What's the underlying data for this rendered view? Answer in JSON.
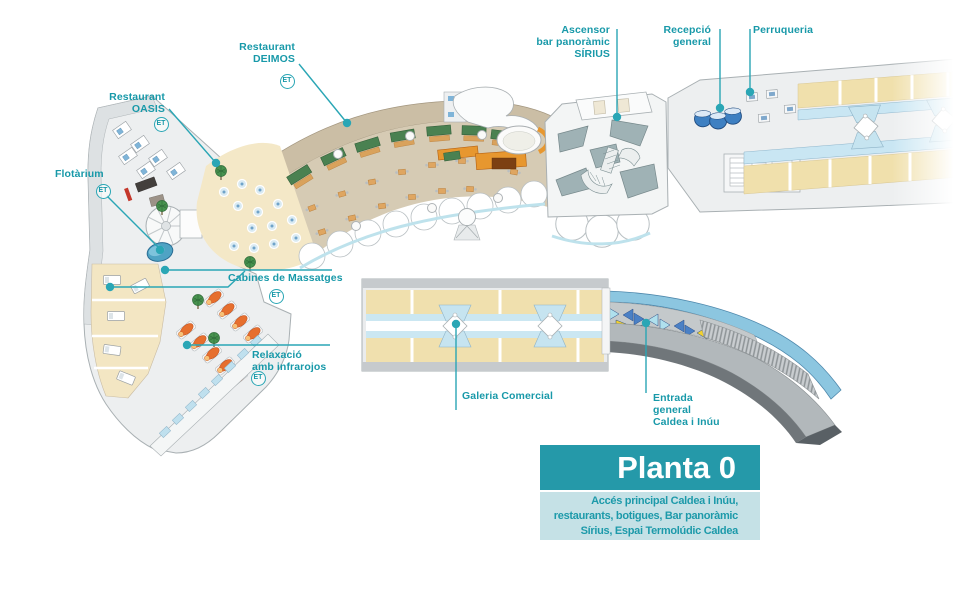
{
  "colors": {
    "accent_teal_text": "#1899A9",
    "callout_line": "#2AA6B5",
    "floor_tag_bg": "#2599A9",
    "floor_tag_text": "#FFFFFF",
    "description_bg": "#C5E1E6",
    "shop_floor_yellow": "#F0E0AC",
    "glass_blue": "#C9E6F3",
    "restaurant_floor_tan": "#D6CBB4",
    "booth_green": "#4A8151",
    "turnstile_blue": "#4A80C5",
    "turnstile_yellow": "#F2D12E",
    "turnstile_cyan": "#AFE0ED"
  },
  "et_badge": {
    "label": "ET"
  },
  "labels": {
    "deimos": {
      "lines": [
        "Restaurant",
        "DEIMOS"
      ]
    },
    "oasis": {
      "lines": [
        "Restaurant",
        "OASIS"
      ]
    },
    "flotarium": {
      "lines": [
        "Flotàrium"
      ]
    },
    "cabines": {
      "lines": [
        "Cabines de Massatges"
      ]
    },
    "relaxacio": {
      "lines": [
        "Relaxació",
        "amb infrarojos"
      ]
    },
    "ascensor": {
      "lines": [
        "Ascensor",
        "bar panoràmic",
        "SÍRIUS"
      ]
    },
    "recepcio": {
      "lines": [
        "Recepció",
        "general"
      ]
    },
    "perruqueria": {
      "lines": [
        "Perruqueria"
      ]
    },
    "galeria": {
      "lines": [
        "Galeria Comercial"
      ]
    },
    "entrada": {
      "lines": [
        "Entrada",
        "general",
        "Caldea i Inúu"
      ]
    }
  },
  "floor_panel": {
    "title": "Planta 0",
    "description_lines": [
      "Accés principal Caldea i Inúu,",
      "restaurants, botigues, Bar panoràmic",
      "Sírius, Espai Termolúdic Caldea"
    ]
  }
}
